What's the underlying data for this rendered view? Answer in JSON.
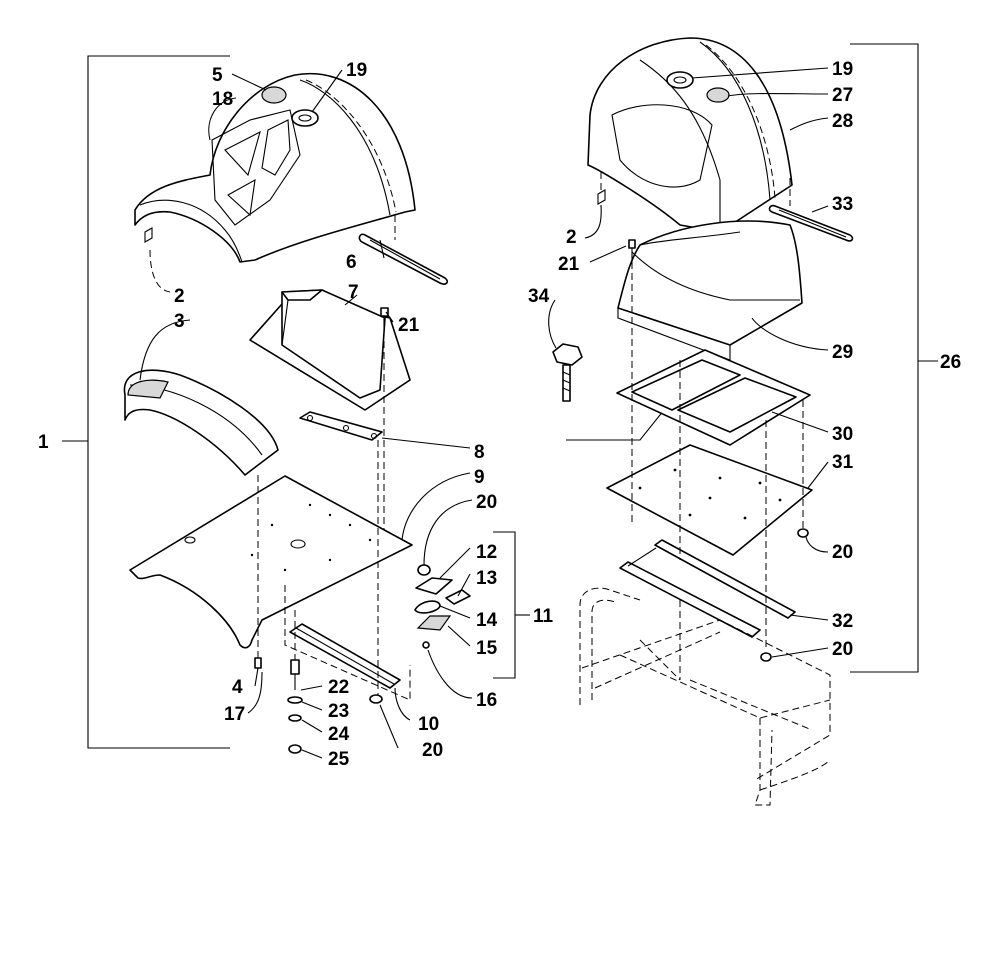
{
  "diagram": {
    "labels": {
      "l1": "1",
      "l2a": "2",
      "l2b": "2",
      "l3": "3",
      "l4": "4",
      "l5": "5",
      "l6": "6",
      "l7": "7",
      "l8": "8",
      "l9": "9",
      "l10": "10",
      "l11": "11",
      "l12": "12",
      "l13": "13",
      "l14": "14",
      "l15": "15",
      "l16": "16",
      "l17": "17",
      "l18": "18",
      "l19a": "19",
      "l19b": "19",
      "l20a": "20",
      "l20b": "20",
      "l20c": "20",
      "l20d": "20",
      "l21a": "21",
      "l21b": "21",
      "l22": "22",
      "l23": "23",
      "l24": "24",
      "l25": "25",
      "l26": "26",
      "l27": "27",
      "l28": "28",
      "l29": "29",
      "l30": "30",
      "l31": "31",
      "l32": "32",
      "l33": "33",
      "l34": "34"
    }
  }
}
